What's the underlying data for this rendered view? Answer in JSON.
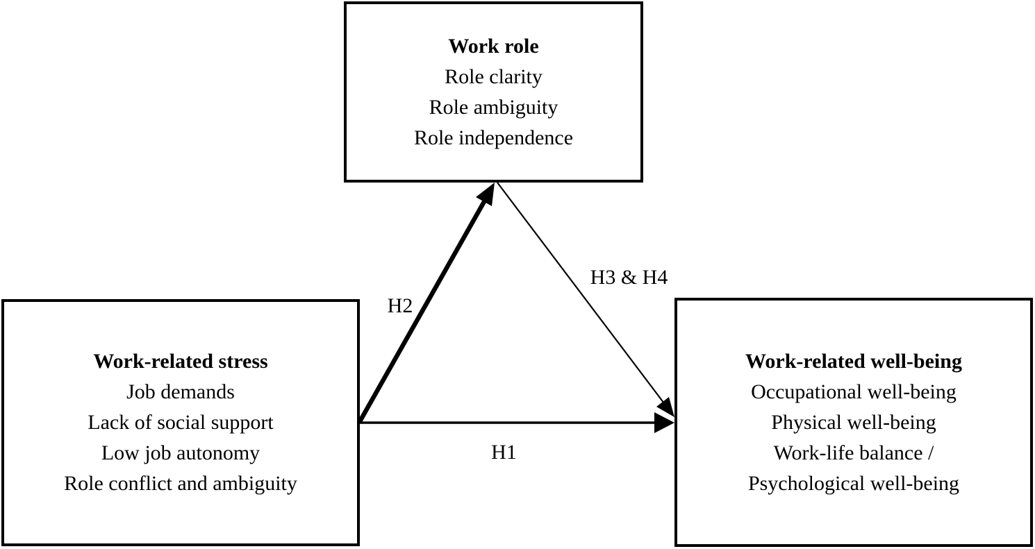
{
  "diagram": {
    "colors": {
      "background": "#ffffff",
      "line": "#000000",
      "text": "#000000"
    },
    "boxes": {
      "work_role": {
        "title": "Work role",
        "items": [
          "Role clarity",
          "Role ambiguity",
          "Role independence"
        ]
      },
      "work_related_stress": {
        "title": "Work-related stress",
        "items": [
          "Job demands",
          "Lack of social support",
          "Low job autonomy",
          "Role conflict and ambiguity"
        ]
      },
      "work_related_well_being": {
        "title": "Work-related well-being",
        "items": [
          "Occupational well-being",
          "Physical well-being",
          "Work-life balance /",
          "Psychological well-being"
        ]
      }
    },
    "arrows": [
      {
        "label": "H1",
        "from": "work_related_stress",
        "to": "work_related_well_being",
        "style": "medium-solid"
      },
      {
        "label": "H2",
        "from": "work_related_stress",
        "to": "work_role",
        "style": "thick-solid"
      },
      {
        "label": "H3 & H4",
        "from": "work_role",
        "to": "work_related_well_being",
        "style": "thin-solid"
      }
    ]
  }
}
